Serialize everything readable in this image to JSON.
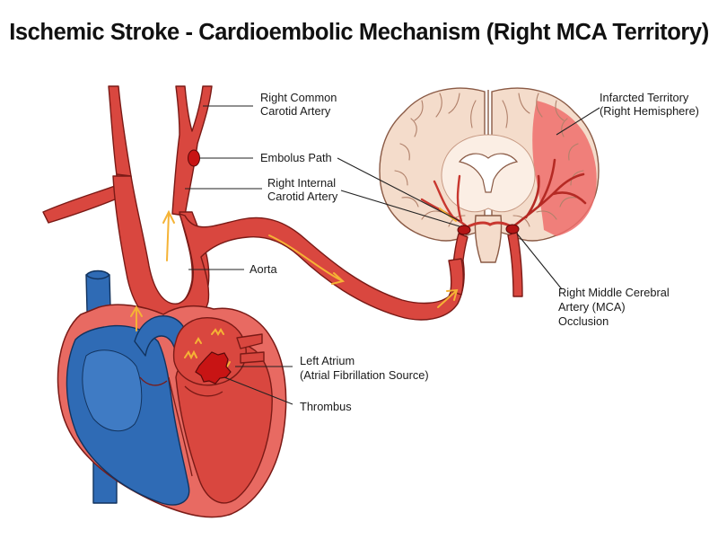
{
  "title": "Ischemic Stroke - Cardioembolic Mechanism (Right MCA Territory)",
  "labels": {
    "right_common_carotid": [
      "Right Common",
      "Carotid Artery"
    ],
    "embolus_path": [
      "Embolus Path"
    ],
    "right_internal_carotid": [
      "Right Internal",
      "Carotid Artery"
    ],
    "aorta": [
      "Aorta"
    ],
    "left_atrium": [
      "Left Atrium",
      "(Atrial Fibrillation Source)"
    ],
    "thrombus": [
      "Thrombus"
    ],
    "infarcted_territory": [
      "Infarcted Territory",
      "(Right Hemisphere)"
    ],
    "right_mca": [
      "Right Middle Cerebral",
      "Artery (MCA)",
      "Occlusion"
    ]
  },
  "colors": {
    "artery": "#d9473f",
    "vein": "#2f6bb5",
    "brain_tissue": "#f4dccb",
    "infarct": "#ef6f6c",
    "flow_arrow": "#f5b335",
    "thrombus": "#c81414"
  }
}
